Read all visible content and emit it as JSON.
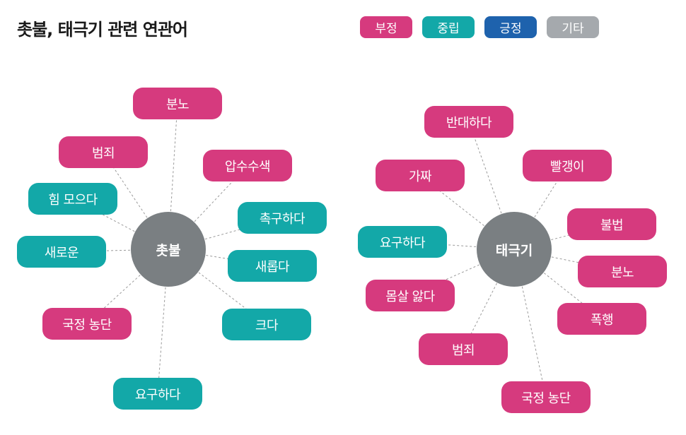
{
  "title": "촛불, 태극기 관련 연관어",
  "legend": [
    {
      "label": "부정",
      "color": "#d63a7e"
    },
    {
      "label": "중립",
      "color": "#13a8a8"
    },
    {
      "label": "긍정",
      "color": "#1e62ad"
    },
    {
      "label": "기타",
      "color": "#a5a9ad"
    }
  ],
  "left": {
    "center": "촛불",
    "nodes": [
      {
        "label": "분노",
        "sentiment": "부정"
      },
      {
        "label": "범죄",
        "sentiment": "부정"
      },
      {
        "label": "압수수색",
        "sentiment": "부정"
      },
      {
        "label": "힘 모으다",
        "sentiment": "중립"
      },
      {
        "label": "촉구하다",
        "sentiment": "중립"
      },
      {
        "label": "새로운",
        "sentiment": "중립"
      },
      {
        "label": "새롭다",
        "sentiment": "중립"
      },
      {
        "label": "국정 농단",
        "sentiment": "부정"
      },
      {
        "label": "크다",
        "sentiment": "중립"
      },
      {
        "label": "요구하다",
        "sentiment": "중립"
      }
    ]
  },
  "right": {
    "center": "태극기",
    "nodes": [
      {
        "label": "반대하다",
        "sentiment": "부정"
      },
      {
        "label": "빨갱이",
        "sentiment": "부정"
      },
      {
        "label": "가짜",
        "sentiment": "부정"
      },
      {
        "label": "불법",
        "sentiment": "부정"
      },
      {
        "label": "요구하다",
        "sentiment": "중립"
      },
      {
        "label": "분노",
        "sentiment": "부정"
      },
      {
        "label": "몸살 앓다",
        "sentiment": "부정"
      },
      {
        "label": "폭행",
        "sentiment": "부정"
      },
      {
        "label": "범죄",
        "sentiment": "부정"
      },
      {
        "label": "국정 농단",
        "sentiment": "부정"
      }
    ]
  }
}
